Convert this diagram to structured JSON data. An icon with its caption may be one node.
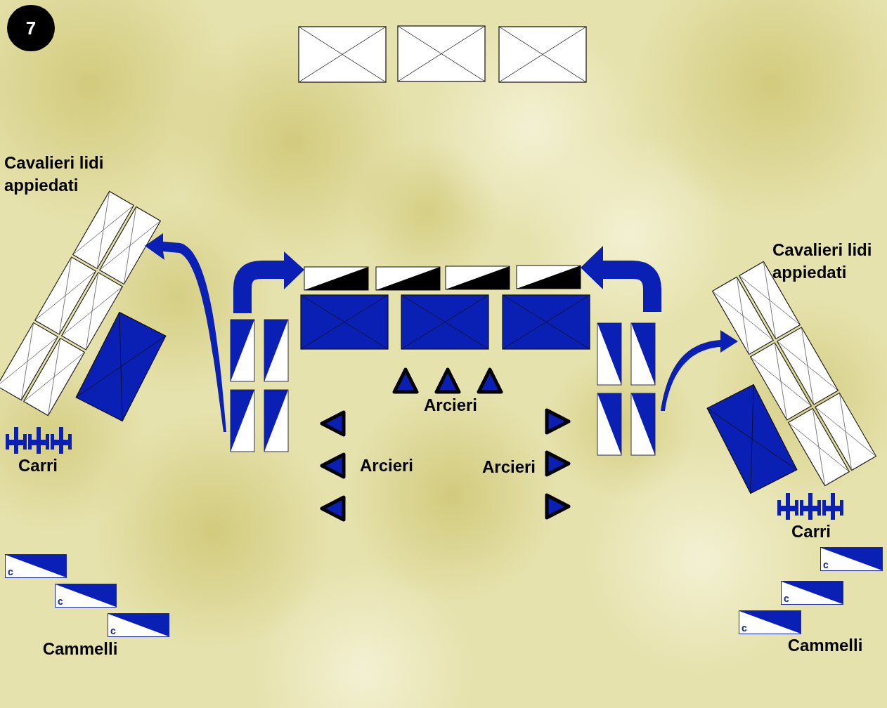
{
  "diagram": {
    "nodes": [
      {
        "text": [
          "7"
        ]
      },
      {
        "text": [
          "c"
        ]
      },
      {
        "text": [
          "c"
        ]
      },
      {
        "text": [
          "c"
        ]
      },
      {
        "text": [
          "c"
        ]
      },
      {
        "text": [
          "c"
        ]
      },
      {
        "text": [
          "c"
        ]
      }
    ],
    "labels": [
      "Cavalieri lidi appiedati",
      "Cavalieri lidi appiedati",
      "Arcieri",
      "Carri",
      "Arcieri",
      "Arcieri",
      "Carri",
      "Cammelli",
      "Cammelli"
    ]
  }
}
